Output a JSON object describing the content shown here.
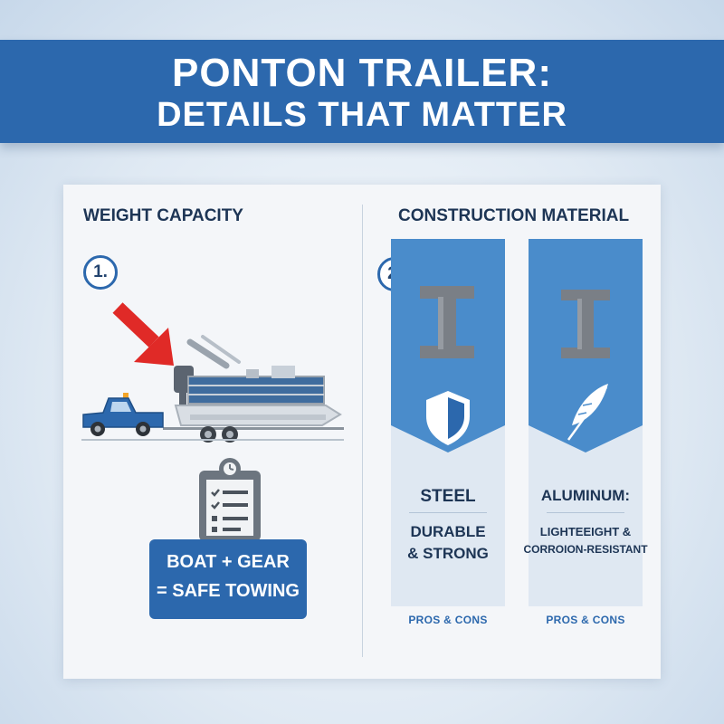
{
  "title": {
    "line1": "PONTON TRAILER:",
    "line2": "DETAILS THAT MATTER"
  },
  "left": {
    "heading": "WEIGHT CAPACITY",
    "number": "1.",
    "callout_line1": "BOAT + GEAR",
    "callout_line2": "= SAFE TOWING",
    "icons": [
      "red-arrow-icon",
      "truck-icon",
      "pontoon-boat-icon",
      "trailer-icon",
      "checklist-clipboard-icon"
    ]
  },
  "right": {
    "heading": "CONSTRUCTION MATERIAL",
    "number": "2.",
    "steel": {
      "name": "STEEL",
      "desc_line1": "DURABLE",
      "desc_line2": "& STRONG",
      "footer": "PROS & CONS",
      "icons": [
        "i-beam-icon",
        "shield-icon"
      ]
    },
    "aluminum": {
      "name": "ALUMINUM:",
      "desc_line1": "LIGHTEEIGHT &",
      "desc_line2": "CORROION-RESISTANT",
      "footer": "PROS & CONS",
      "icons": [
        "i-beam-icon",
        "feather-icon"
      ]
    }
  },
  "colors": {
    "primary_blue": "#2c68ad",
    "column_blue": "#4a8ccb",
    "accent_red": "#e02a27",
    "dark_text": "#1d3555"
  }
}
